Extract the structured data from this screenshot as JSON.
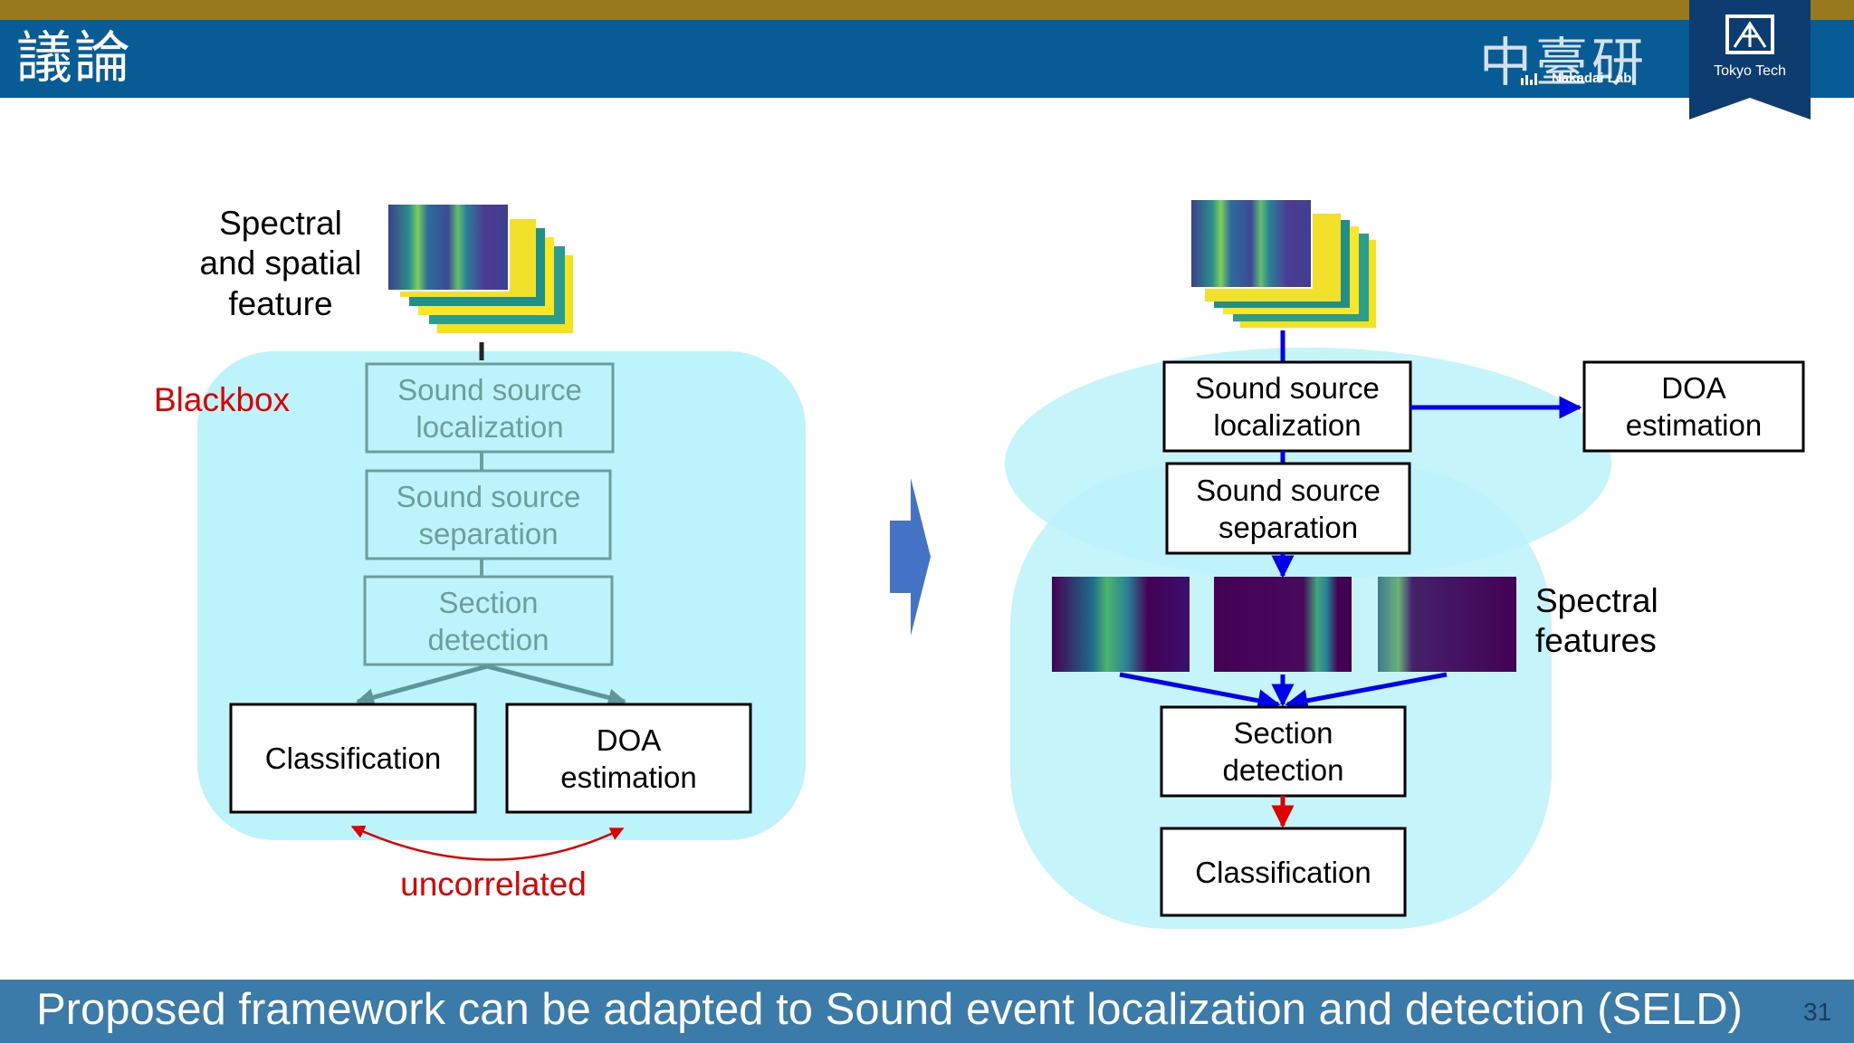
{
  "header": {
    "title": "議論",
    "lab_kanji": "中臺研",
    "lab_name": "Nakadai Lab.",
    "institution": "Tokyo Tech"
  },
  "left_diagram": {
    "input_label": "Spectral\nand spatial\nfeature",
    "blackbox_label": "Blackbox",
    "box_localization": "Sound source\nlocalization",
    "box_separation": "Sound source\nseparation",
    "box_section": "Section\ndetection",
    "box_classification": "Classification",
    "box_doa": "DOA\nestimation",
    "uncorrelated_label": "uncorrelated"
  },
  "right_diagram": {
    "box_localization": "Sound source\nlocalization",
    "box_doa": "DOA\nestimation",
    "box_separation": "Sound source\nseparation",
    "spectral_label": "Spectral\nfeatures",
    "box_section": "Section\ndetection",
    "box_classification": "Classification"
  },
  "footer": {
    "text": "Proposed framework can be adapted to Sound event localization and detection (SELD)",
    "page_number": "31"
  },
  "colors": {
    "header_bg": "#075c96",
    "top_band": "#98791e",
    "footer_bg": "#3a7ba9",
    "region_fill": "#bdf3fa",
    "accent_red": "#e00000",
    "flow_blue": "#0000ee",
    "gray_arrow": "#5f9699"
  }
}
